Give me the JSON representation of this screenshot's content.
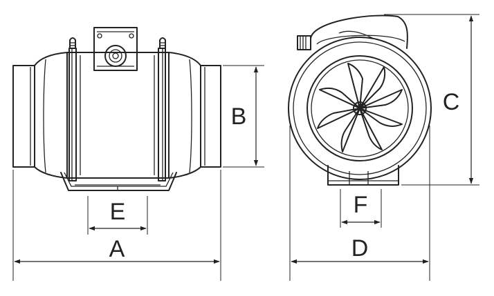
{
  "labels": {
    "A": "A",
    "B": "B",
    "C": "C",
    "D": "D",
    "E": "E",
    "F": "F"
  }
}
